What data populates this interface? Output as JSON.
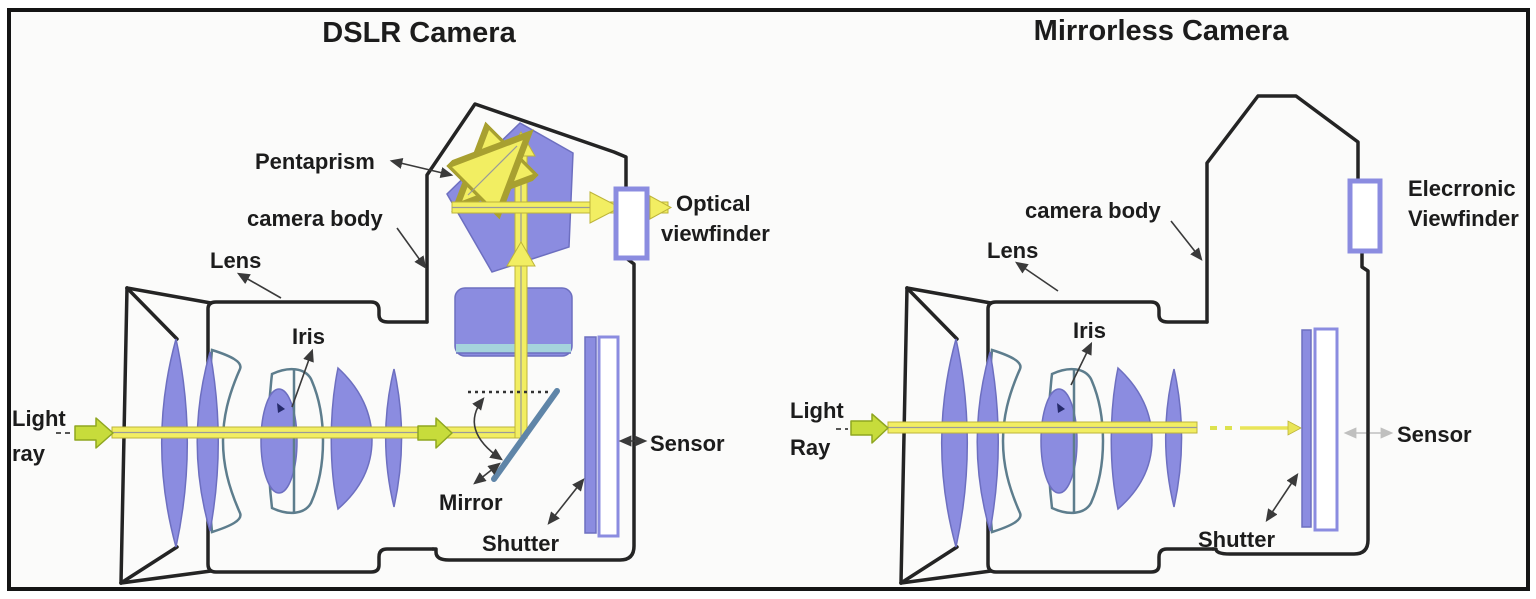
{
  "colors": {
    "ink": "#1c1c1c",
    "outline": "#242424",
    "purple": "#8b8ce0",
    "purple_border": "#6d6fc0",
    "teal_outline": "#5d7d8d",
    "yellow": "#f2ee62",
    "yellow_border": "#bdb43a",
    "green_arrow": "#c7dc3b",
    "green_arrow_border": "#8fa620",
    "mirror_blue": "#5f85a8",
    "cyan": "#a5d3dc",
    "leader": "#3a3a3a",
    "bg": "#fbfbfa"
  },
  "dslr": {
    "title": "DSLR Camera",
    "labels": {
      "pentaprism": "Pentaprism",
      "camera_body": "camera body",
      "lens": "Lens",
      "iris": "Iris",
      "light_1": "Light",
      "light_2": "ray",
      "mirror": "Mirror",
      "shutter": "Shutter",
      "sensor": "Sensor",
      "viewfinder_1": "Optical",
      "viewfinder_2": "viewfinder"
    }
  },
  "mirrorless": {
    "title": "Mirrorless Camera",
    "labels": {
      "camera_body": "camera body",
      "lens": "Lens",
      "iris": "Iris",
      "light_1": "Light",
      "light_2": "Ray",
      "sensor": "Sensor",
      "shutter": "Shutter",
      "viewfinder_1": "Elecrronic",
      "viewfinder_2": "Viewfinder"
    }
  }
}
